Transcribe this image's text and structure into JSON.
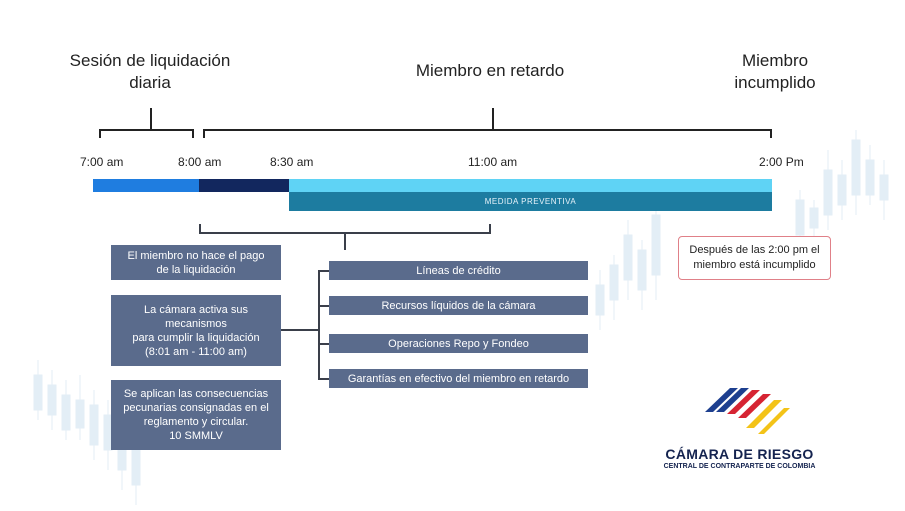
{
  "headers": {
    "daily": "Sesión de liquidación\ndiaria",
    "late": "Miembro en retardo",
    "default": "Miembro\nincumplido"
  },
  "times": [
    "7:00 am",
    "8:00 am",
    "8:30 am",
    "11:00 am",
    "2:00 Pm"
  ],
  "timeline": {
    "preventive_label": "MEDIDA PREVENTIVA"
  },
  "left_boxes": [
    "El miembro no hace el pago\nde la liquidación",
    "La cámara activa sus\nmecanismos\npara cumplir la liquidación\n(8:01 am - 11:00 am)",
    "Se aplican las consecuencias\npecunarias consignadas en el\nreglamento y circular.\n10 SMMLV"
  ],
  "mechanisms": [
    "Líneas de crédito",
    "Recursos líquidos de la cámara",
    "Operaciones Repo y Fondeo",
    "Garantías en efectivo del miembro en retardo"
  ],
  "note": "Después de las 2:00 pm el\nmiembro está incumplido",
  "logo": {
    "name": "CÁMARA DE RIESGO",
    "subtitle": "CENTRAL DE CONTRAPARTE DE COLOMBIA"
  },
  "colors": {
    "seg1": "#1f7de0",
    "seg2": "#12275e",
    "seg3": "#5fd3f5",
    "preventive": "#1d7ca0",
    "box": "#5a6b8c",
    "note_border": "#e08088"
  }
}
